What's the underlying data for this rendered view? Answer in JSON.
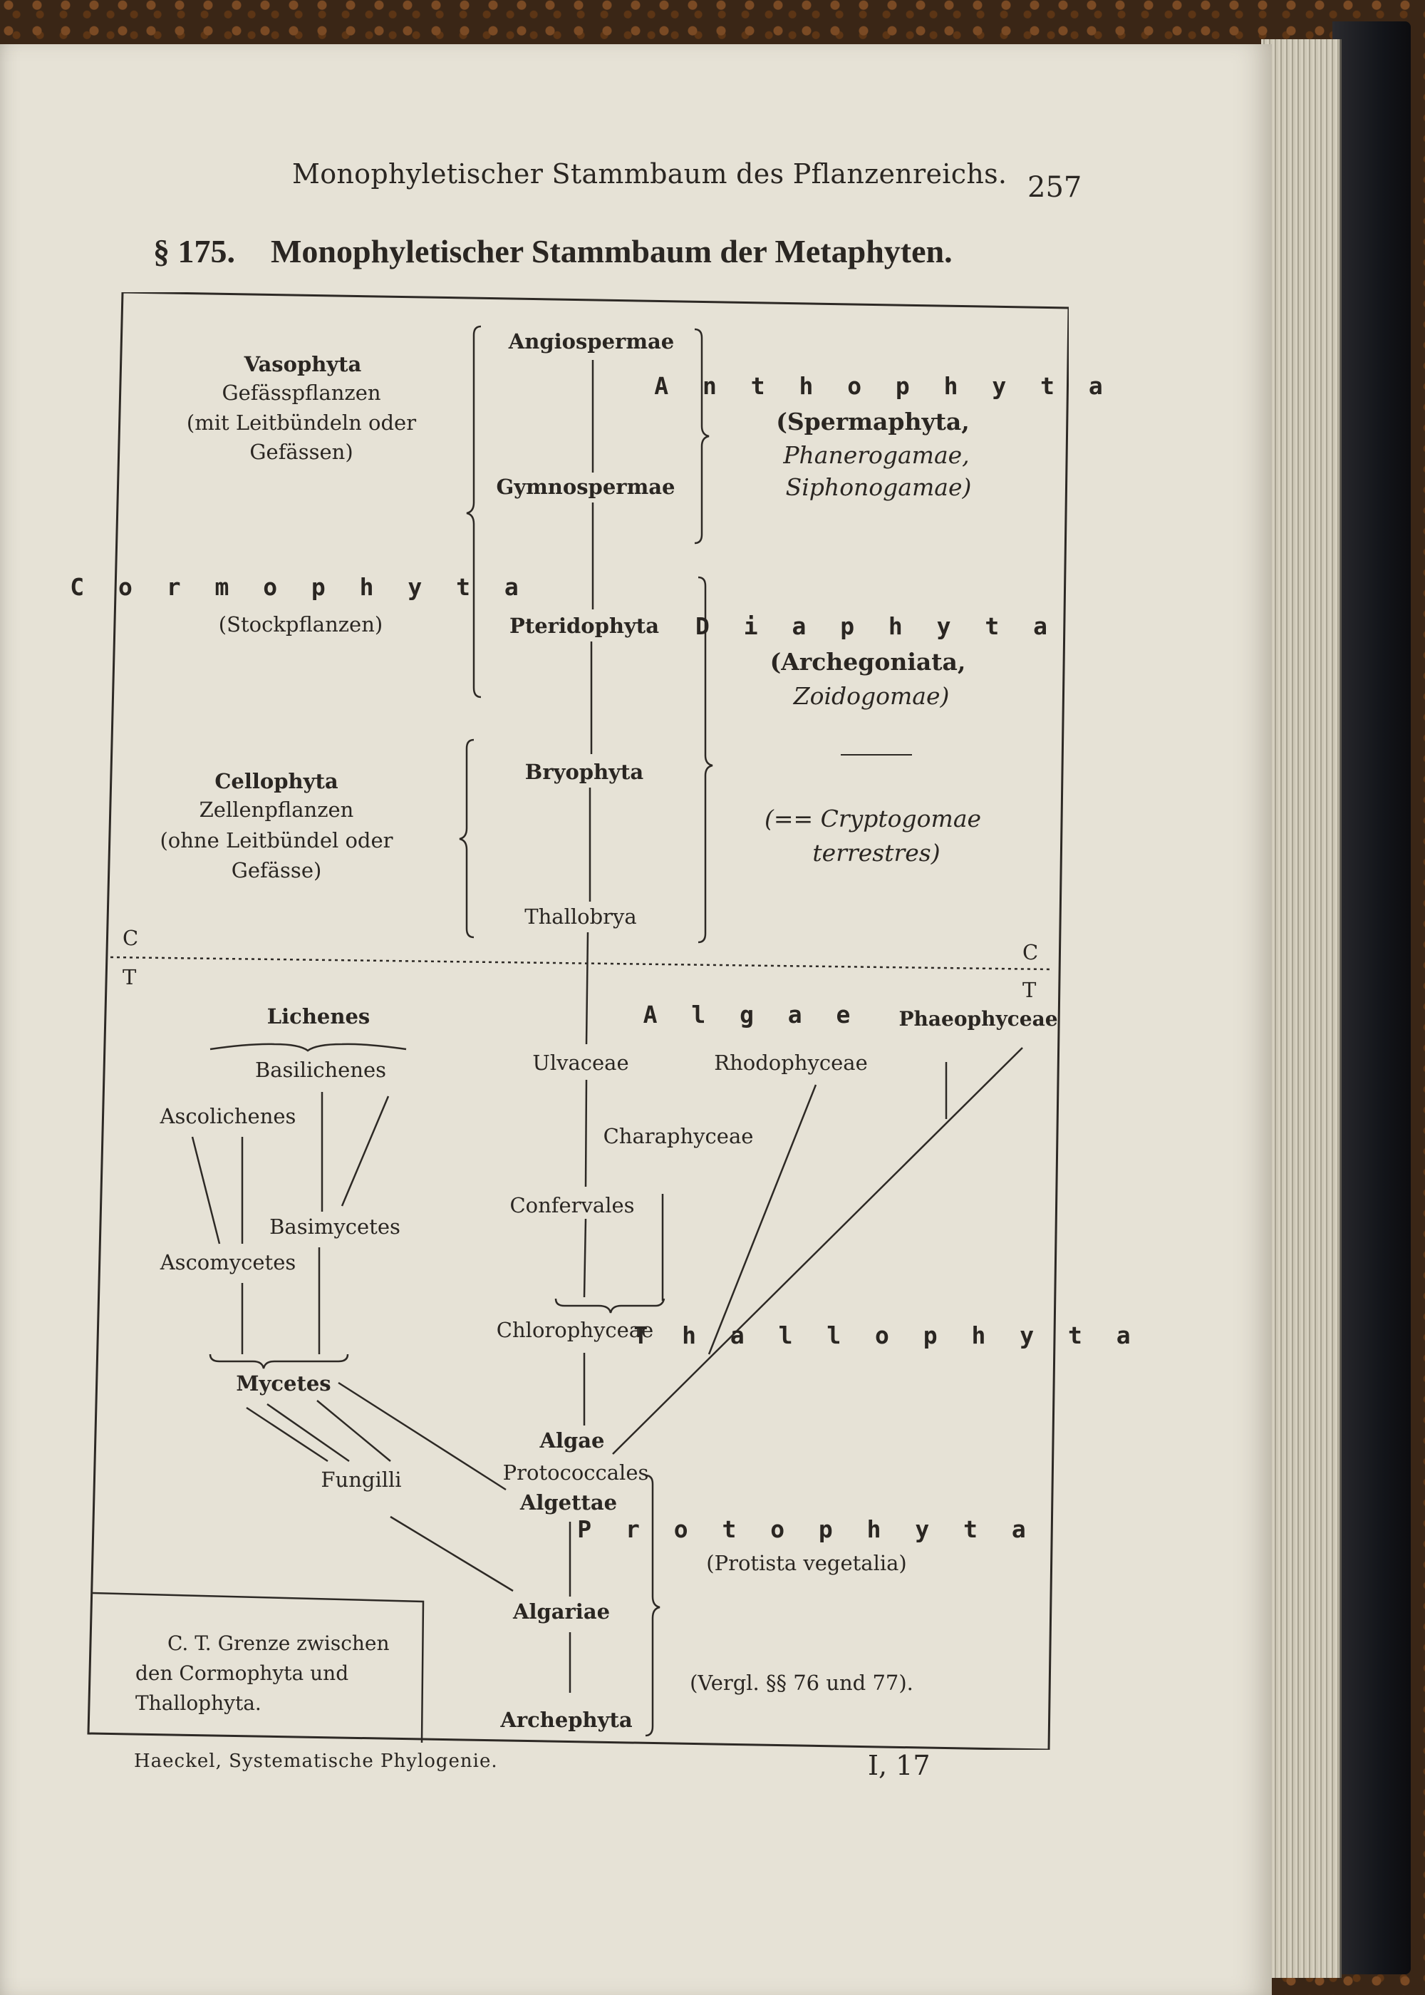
{
  "header": {
    "running_title": "Monophyletischer Stammbaum des Pflanzenreichs.",
    "page_number": "257"
  },
  "section": {
    "number": "§ 175.",
    "title": "Monophyletischer Stammbaum der Metaphyten."
  },
  "upper": {
    "vasophyta": {
      "name": "Vasophyta",
      "l1": "Gefässpflanzen",
      "l2": "(mit Leitbündeln oder",
      "l3": "Gefässen)"
    },
    "cormophyta": {
      "name": "C o r m o p h y t a",
      "sub": "(Stockpflanzen)"
    },
    "cellophyta": {
      "name": "Cellophyta",
      "l1": "Zellenpflanzen",
      "l2": "(ohne Leitbündel oder",
      "l3": "Gefässe)"
    },
    "chain": [
      "Angiospermae",
      "Gymnospermae",
      "Pteridophyta",
      "Bryophyta",
      "Thallobrya"
    ],
    "anthophyta": {
      "name": "A n t h o p h y t a",
      "l1": "(Spermaphyta,",
      "l2": "Phanerogamae,",
      "l3": "Siphonogamae)"
    },
    "diaphyta": {
      "name": "D i a p h y t a",
      "l1": "(Archegoniata,",
      "l2": "Zoidogomae)"
    },
    "cryptogomae": {
      "l1": "(== Cryptogomae",
      "l2": "terrestres)"
    }
  },
  "border": {
    "c_left": "C",
    "t_left": "T",
    "c_right": "C",
    "t_right": "T"
  },
  "lower": {
    "lichenes": "Lichenes",
    "basilichenes": "Basilichenes",
    "ascolichenes": "Ascolichenes",
    "basimycetes": "Basimycetes",
    "ascomycetes": "Ascomycetes",
    "mycetes": "Mycetes",
    "fungilli": "Fungilli",
    "algae_head": "A l g a e",
    "phaeophyceae": "Phaeophyceae",
    "ulvaceae": "Ulvaceae",
    "rhodophyceae": "Rhodophyceae",
    "charaphyceae": "Charaphyceae",
    "confervales": "Confervales",
    "chlorophyceae": "Chlorophyceae",
    "thallophyta": "T h a l l o p h y t a",
    "algae": "Algae",
    "protococcales": "Protococcales",
    "algettae": "Algettae",
    "algariae": "Algariae",
    "archephyta": "Archephyta",
    "protophyta": "P r o t o p h y t a",
    "protista": "(Protista vegetalia)",
    "vergl": "(Vergl.  §§ 76 und 77)."
  },
  "legend": "C. T. Grenze zwischen den Cormophyta und Thallophyta.",
  "footer": {
    "left": "Haeckel, Systematische Phylogenie.",
    "right": "I, 17"
  }
}
